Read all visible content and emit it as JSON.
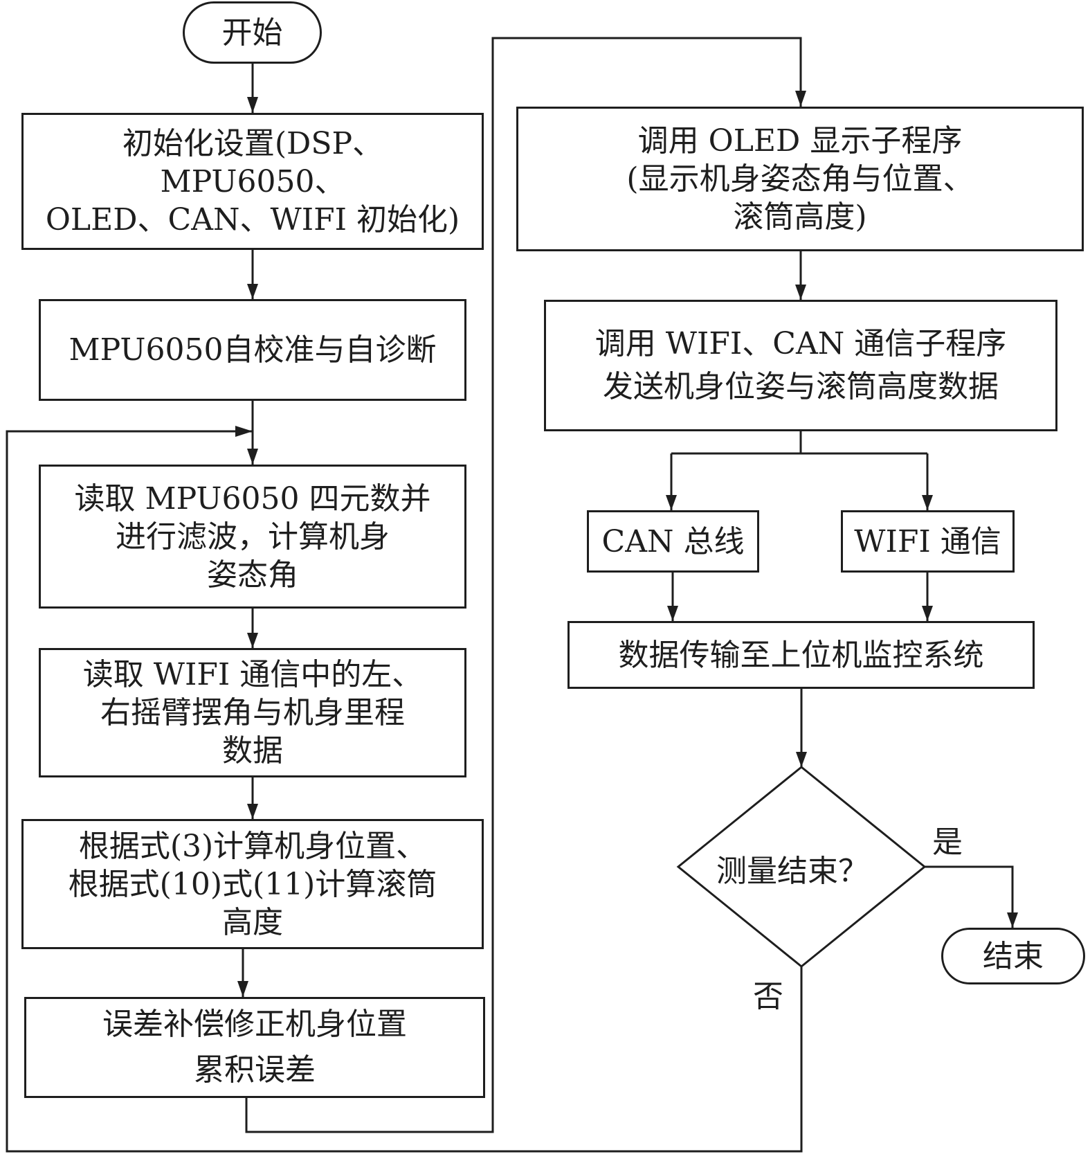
{
  "nodes": {
    "start": {
      "lines": [
        "开始"
      ]
    },
    "init": {
      "lines": [
        "初始化设置(DSP、",
        "MPU6050、",
        "OLED、CAN、WIFI 初始化)"
      ]
    },
    "calib": {
      "lines": [
        "MPU6050自校准与自诊断"
      ]
    },
    "read_mpu": {
      "lines": [
        "读取 MPU6050 四元数并",
        "进行滤波，计算机身",
        "姿态角"
      ]
    },
    "read_wifi": {
      "lines": [
        "读取 WIFI 通信中的左、",
        "右摇臂摆角与机身里程",
        "数据"
      ]
    },
    "compute": {
      "lines": [
        "根据式(3)计算机身位置、",
        "根据式(10)式(11)计算滚筒",
        "高度"
      ]
    },
    "compensate": {
      "lines": [
        "误差补偿修正机身位置",
        "累积误差"
      ]
    },
    "oled": {
      "lines": [
        "调用 OLED 显示子程序",
        "(显示机身姿态角与位置、",
        "滚筒高度)"
      ]
    },
    "send": {
      "lines": [
        "调用 WIFI、CAN 通信子程序",
        "发送机身位姿与滚筒高度数据"
      ]
    },
    "can": {
      "lines": [
        "CAN 总线"
      ]
    },
    "wifi": {
      "lines": [
        "WIFI 通信"
      ]
    },
    "transfer": {
      "lines": [
        "数据传输至上位机监控系统"
      ]
    },
    "decision": {
      "text": "测量结束？"
    },
    "end": {
      "lines": [
        "结束"
      ]
    }
  },
  "labels": {
    "yes": "是",
    "no": "否"
  }
}
